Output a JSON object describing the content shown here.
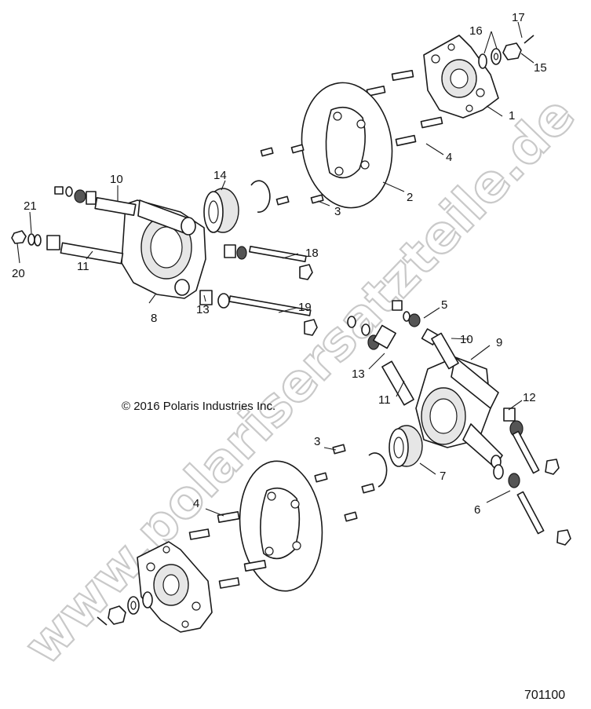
{
  "diagram": {
    "copyright": "© 2016 Polaris Industries Inc.",
    "document_number": "701100",
    "watermark": "www.polarisersatzteile.de",
    "callouts": {
      "c1": "1",
      "c2": "2",
      "c3a": "3",
      "c3b": "3",
      "c4a": "4",
      "c4b": "4",
      "c5": "5",
      "c6": "6",
      "c7": "7",
      "c8": "8",
      "c9": "9",
      "c10a": "10",
      "c10b": "10",
      "c11a": "11",
      "c11b": "11",
      "c12": "12",
      "c13a": "13",
      "c13b": "13",
      "c14": "14",
      "c15": "15",
      "c16": "16",
      "c17": "17",
      "c18": "18",
      "c19": "19",
      "c20": "20",
      "c21": "21"
    }
  }
}
